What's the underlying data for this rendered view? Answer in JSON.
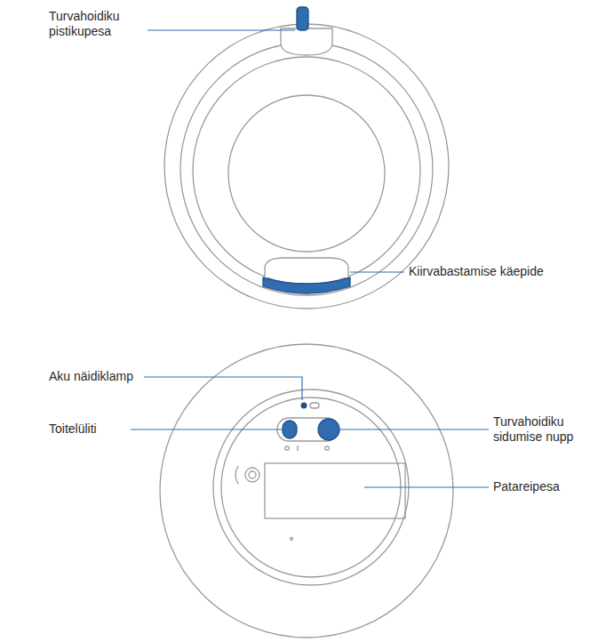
{
  "diagram": {
    "labels": [
      "Turvahoidiku pistikupesa",
      "Kiirvabastamise käepide",
      "Aku näidiklamp",
      "Toitelüliti",
      "Turvahoidiku sidumise nupp",
      "Patareipesa"
    ]
  }
}
